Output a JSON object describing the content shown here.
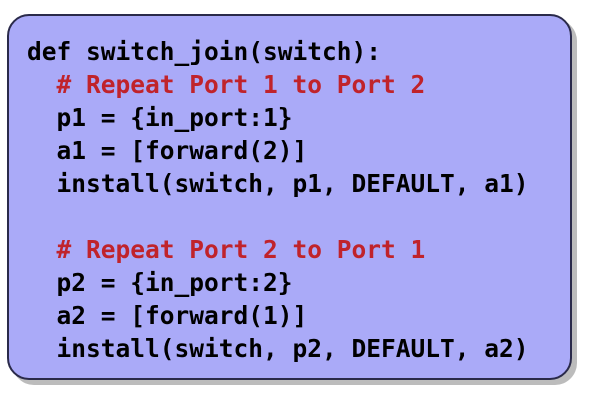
{
  "code": {
    "lines": [
      {
        "text": "def switch_join(switch):",
        "kind": "code"
      },
      {
        "text": "  # Repeat Port 1 to Port 2",
        "kind": "comment"
      },
      {
        "text": "  p1 = {in_port:1}",
        "kind": "code"
      },
      {
        "text": "  a1 = [forward(2)]",
        "kind": "code"
      },
      {
        "text": "  install(switch, p1, DEFAULT, a1)",
        "kind": "code"
      },
      {
        "text": "",
        "kind": "blank"
      },
      {
        "text": "  # Repeat Port 2 to Port 1",
        "kind": "comment"
      },
      {
        "text": "  p2 = {in_port:2}",
        "kind": "code"
      },
      {
        "text": "  a2 = [forward(1)]",
        "kind": "code"
      },
      {
        "text": "  install(switch, p2, DEFAULT, a2)",
        "kind": "code"
      }
    ]
  },
  "colors": {
    "box_background": "#aaaaf8",
    "box_border": "#2a2a4a",
    "code_text": "#000000",
    "comment_text": "#c0232b"
  }
}
